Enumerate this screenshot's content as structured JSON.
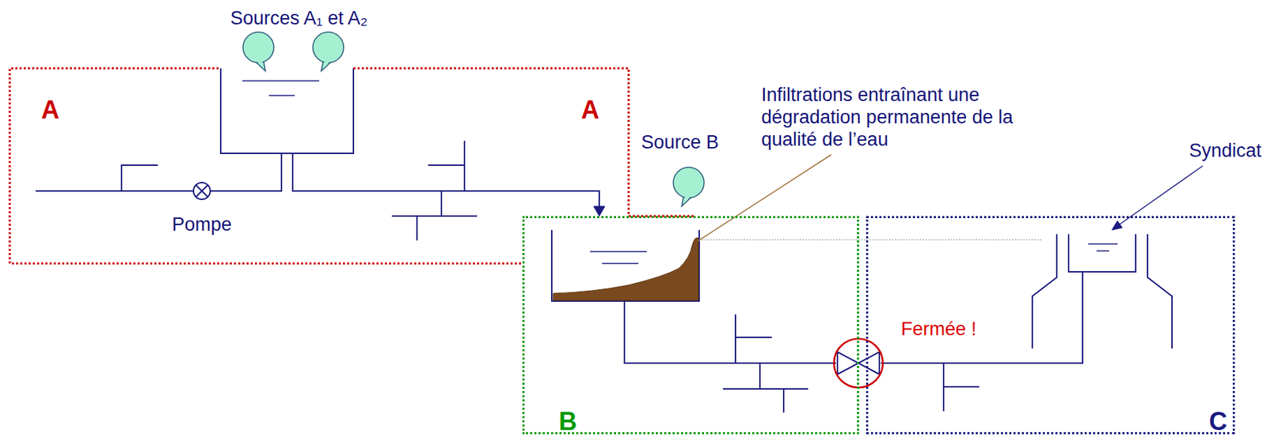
{
  "diagram": {
    "nodes": [
      {
        "text": [
          "A",
          "A"
        ]
      },
      {
        "text": [
          "B"
        ]
      },
      {
        "text": [
          "C"
        ]
      }
    ],
    "labels": [
      "Sources A₁ et A₂",
      "Pompe",
      "Source B",
      "Infiltrations entraînant une dégradation permanente de la qualité de l’eau",
      "Syndicat",
      "Fermée !"
    ]
  }
}
